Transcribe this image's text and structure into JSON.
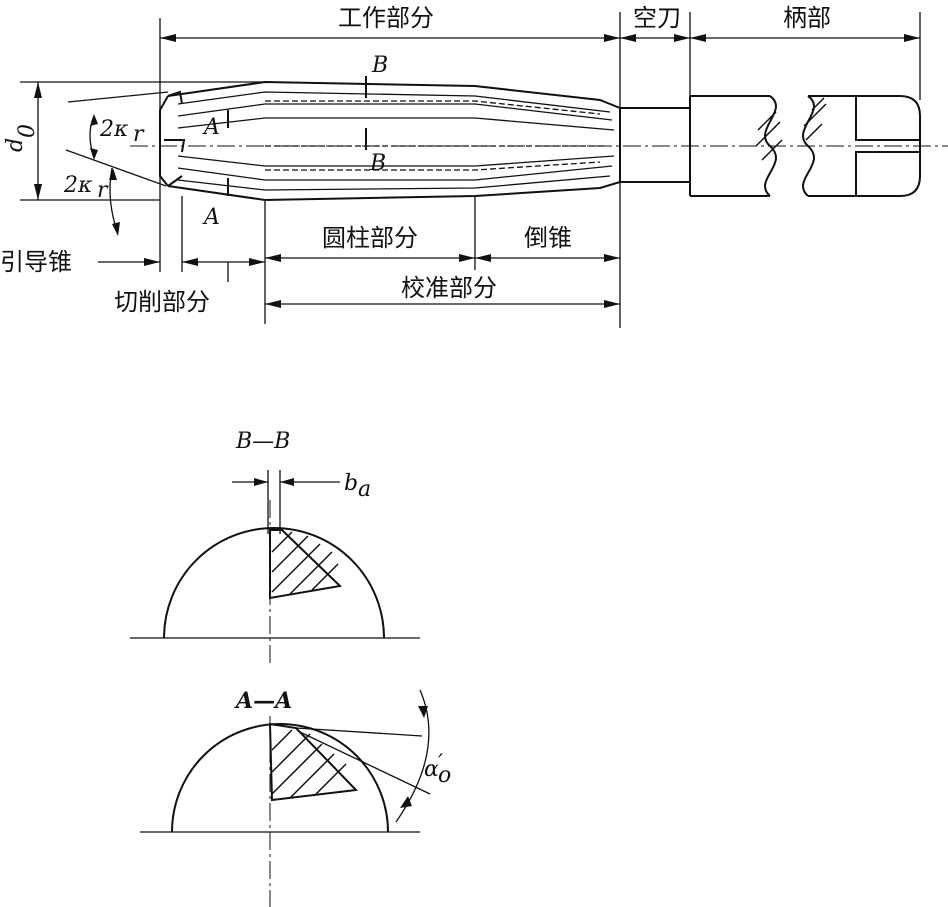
{
  "labels": {
    "working_part": "工作部分",
    "relief": "空刀",
    "shank": "柄部",
    "cylindrical_part": "圆柱部分",
    "back_taper": "倒锥",
    "guide_cone": "引导锥",
    "cutting_part": "切削部分",
    "calibration_part": "校准部分",
    "diameter_symbol": "d",
    "diameter_subscript": "0",
    "angle_symbol": "2κ",
    "angle_subscript": "r",
    "section_b_mark": "B",
    "section_a_mark": "A"
  },
  "sections": {
    "bb": {
      "title": "B—B",
      "margin_symbol": "b",
      "margin_subscript": "a"
    },
    "aa": {
      "title": "A—A",
      "clearance_symbol": "α",
      "clearance_prime": "′",
      "clearance_subscript": "o"
    }
  }
}
